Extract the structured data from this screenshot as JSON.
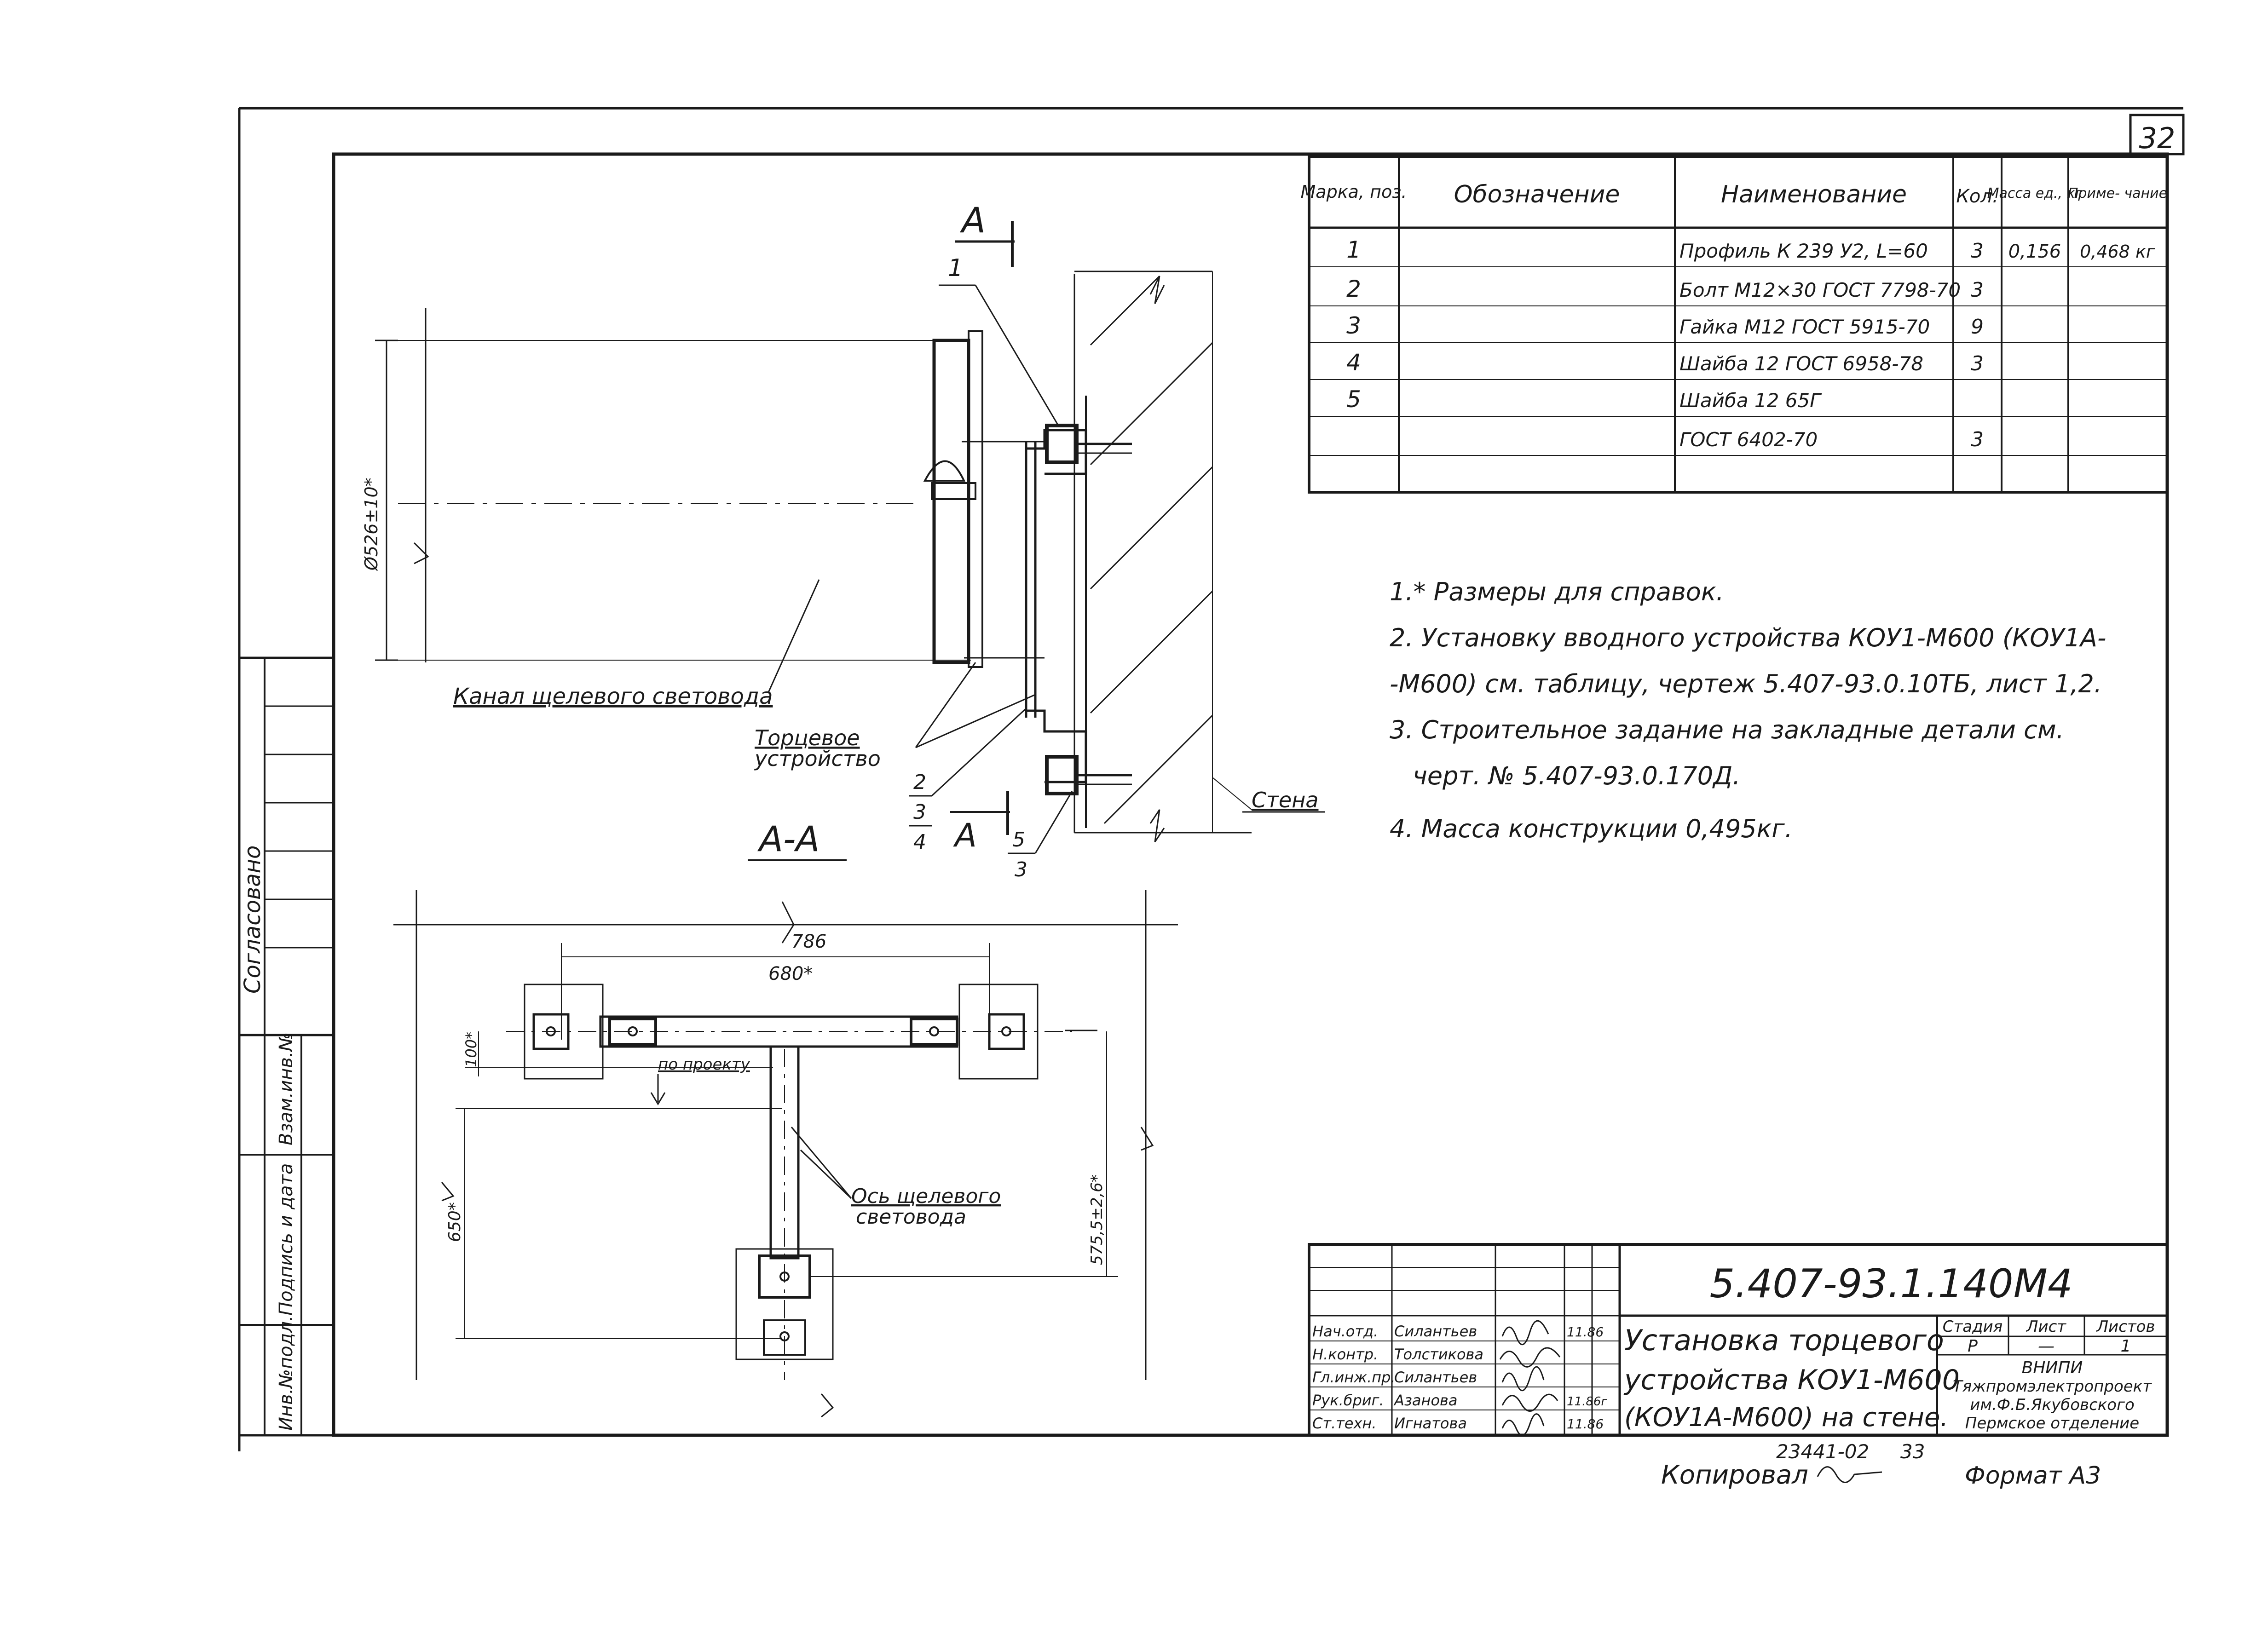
{
  "sheet_number": "32",
  "spec_table": {
    "headers": [
      "Марка, поз.",
      "Обозначение",
      "Наименование",
      "Кол.",
      "Масса ед., кг",
      "Приме- чание"
    ],
    "rows": [
      {
        "pos": "1",
        "designation": "",
        "name": "Профиль К 239 У2, L=60",
        "qty": "3",
        "mass": "0,156",
        "note": "0,468 кг"
      },
      {
        "pos": "2",
        "designation": "",
        "name": "Болт М12×30 ГОСТ 7798-70",
        "qty": "3",
        "mass": "",
        "note": ""
      },
      {
        "pos": "3",
        "designation": "",
        "name": "Гайка М12 ГОСТ 5915-70",
        "qty": "9",
        "mass": "",
        "note": ""
      },
      {
        "pos": "4",
        "designation": "",
        "name": "Шайба 12 ГОСТ 6958-78",
        "qty": "3",
        "mass": "",
        "note": ""
      },
      {
        "pos": "5",
        "designation": "",
        "name": "Шайба 12 65Г",
        "qty": "",
        "mass": "",
        "note": ""
      },
      {
        "pos": "",
        "designation": "",
        "name": "ГОСТ 6402-70",
        "qty": "3",
        "mass": "",
        "note": ""
      },
      {
        "pos": "",
        "designation": "",
        "name": "",
        "qty": "",
        "mass": "",
        "note": ""
      }
    ]
  },
  "notes": [
    "1.* Размеры для справок.",
    "2. Установку вводного устройства КОУ1-М600 (КОУ1А-",
    "-М600) см. таблицу, чертеж 5.407-93.0.10ТБ, лист 1,2.",
    "3. Строительное задание на закладные детали см.",
    "черт. № 5.407-93.0.170Д.",
    "4. Масса конструкции 0,495кг."
  ],
  "view_labels": {
    "section_mark_a": "А",
    "section_aa": "А-А",
    "channel": "Канал щелевого световода",
    "end_device_1": "Торцевое",
    "end_device_2": "устройство",
    "wall": "Стена",
    "axis_1": "Ось щелевого",
    "axis_2": "световода",
    "by_project": "по проекту"
  },
  "callouts": {
    "c1": "1",
    "c2": "2",
    "c3": "3",
    "c4": "4",
    "c5": "5",
    "c5b": "3"
  },
  "dimensions": {
    "d_height": "Ø526±10*",
    "d_786": "786",
    "d_680": "680*",
    "d_100": "100*",
    "d_650": "650*",
    "d_575": "575,5±2,6*"
  },
  "side_stamp": {
    "agreed": "Согласовано",
    "col_inv_replace": "Взам.инв.№",
    "col_sign_date": "Подпись и дата",
    "col_inv_orig": "Инв.№подл."
  },
  "title_block": {
    "doc_code": "5.407-93.1.140М4",
    "title_lines": [
      "Установка торцевого",
      "устройства КОУ1-М600",
      "(КОУ1А-М600) на стене."
    ],
    "stage_label": "Стадия",
    "sheet_label": "Лист",
    "sheets_label": "Листов",
    "stage": "Р",
    "sheet": "—",
    "sheets": "1",
    "org_lines": [
      "ВНИПИ",
      "Тяжпромэлектропроект",
      "им.Ф.Б.Якубовского",
      "Пермское отделение"
    ],
    "signatures": [
      {
        "role": "Нач.отд.",
        "name": "Силантьев",
        "date": "11.86"
      },
      {
        "role": "Н.контр.",
        "name": "Толстикова",
        "date": ""
      },
      {
        "role": "Гл.инж.пр.",
        "name": "Силантьев",
        "date": ""
      },
      {
        "role": "Рук.бриг.",
        "name": "Азанова",
        "date": "11.86г"
      },
      {
        "role": "Ст.техн.",
        "name": "Игнатова",
        "date": "11.86"
      }
    ]
  },
  "footer": {
    "copied": "Копировал",
    "stamp_number": "23441-02",
    "page": "33",
    "format": "Формат А3"
  }
}
